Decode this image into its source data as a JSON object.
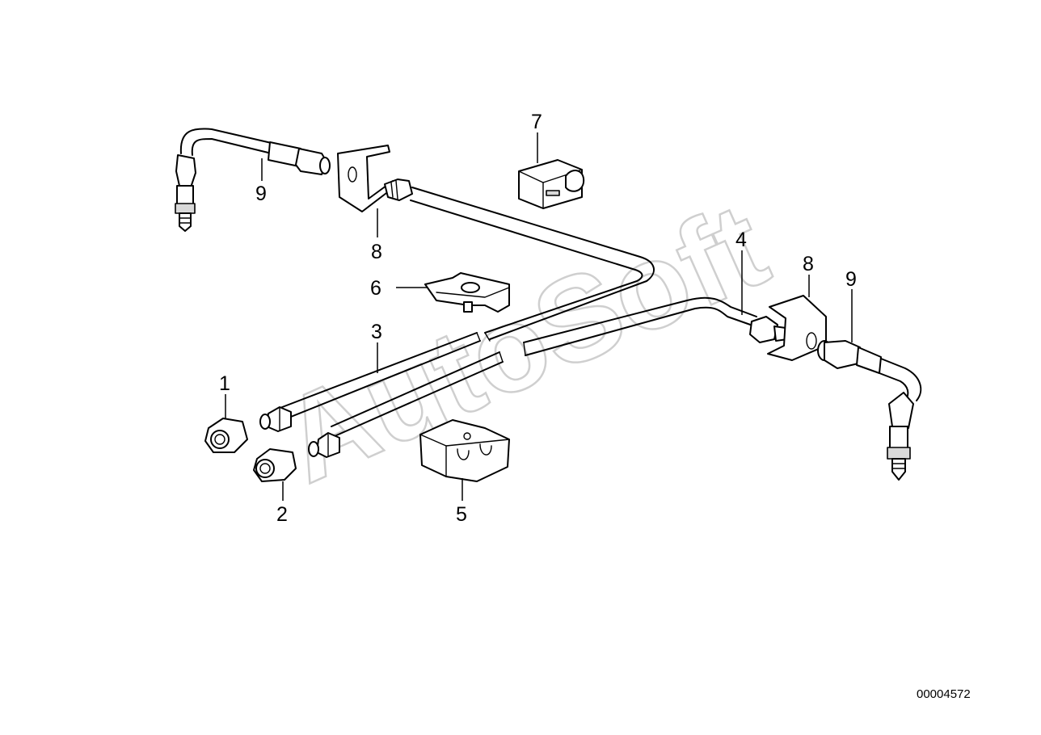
{
  "watermark": "AutoSoft",
  "reference_number": "00004572",
  "callouts": {
    "c1": "1",
    "c2": "2",
    "c3": "3",
    "c4": "4",
    "c5": "5",
    "c6": "6",
    "c7": "7",
    "c8_left": "8",
    "c8_right": "8",
    "c9_left": "9",
    "c9_right": "9"
  },
  "colors": {
    "line": "#000000",
    "watermark": "#cfcfcf",
    "background": "#ffffff"
  }
}
